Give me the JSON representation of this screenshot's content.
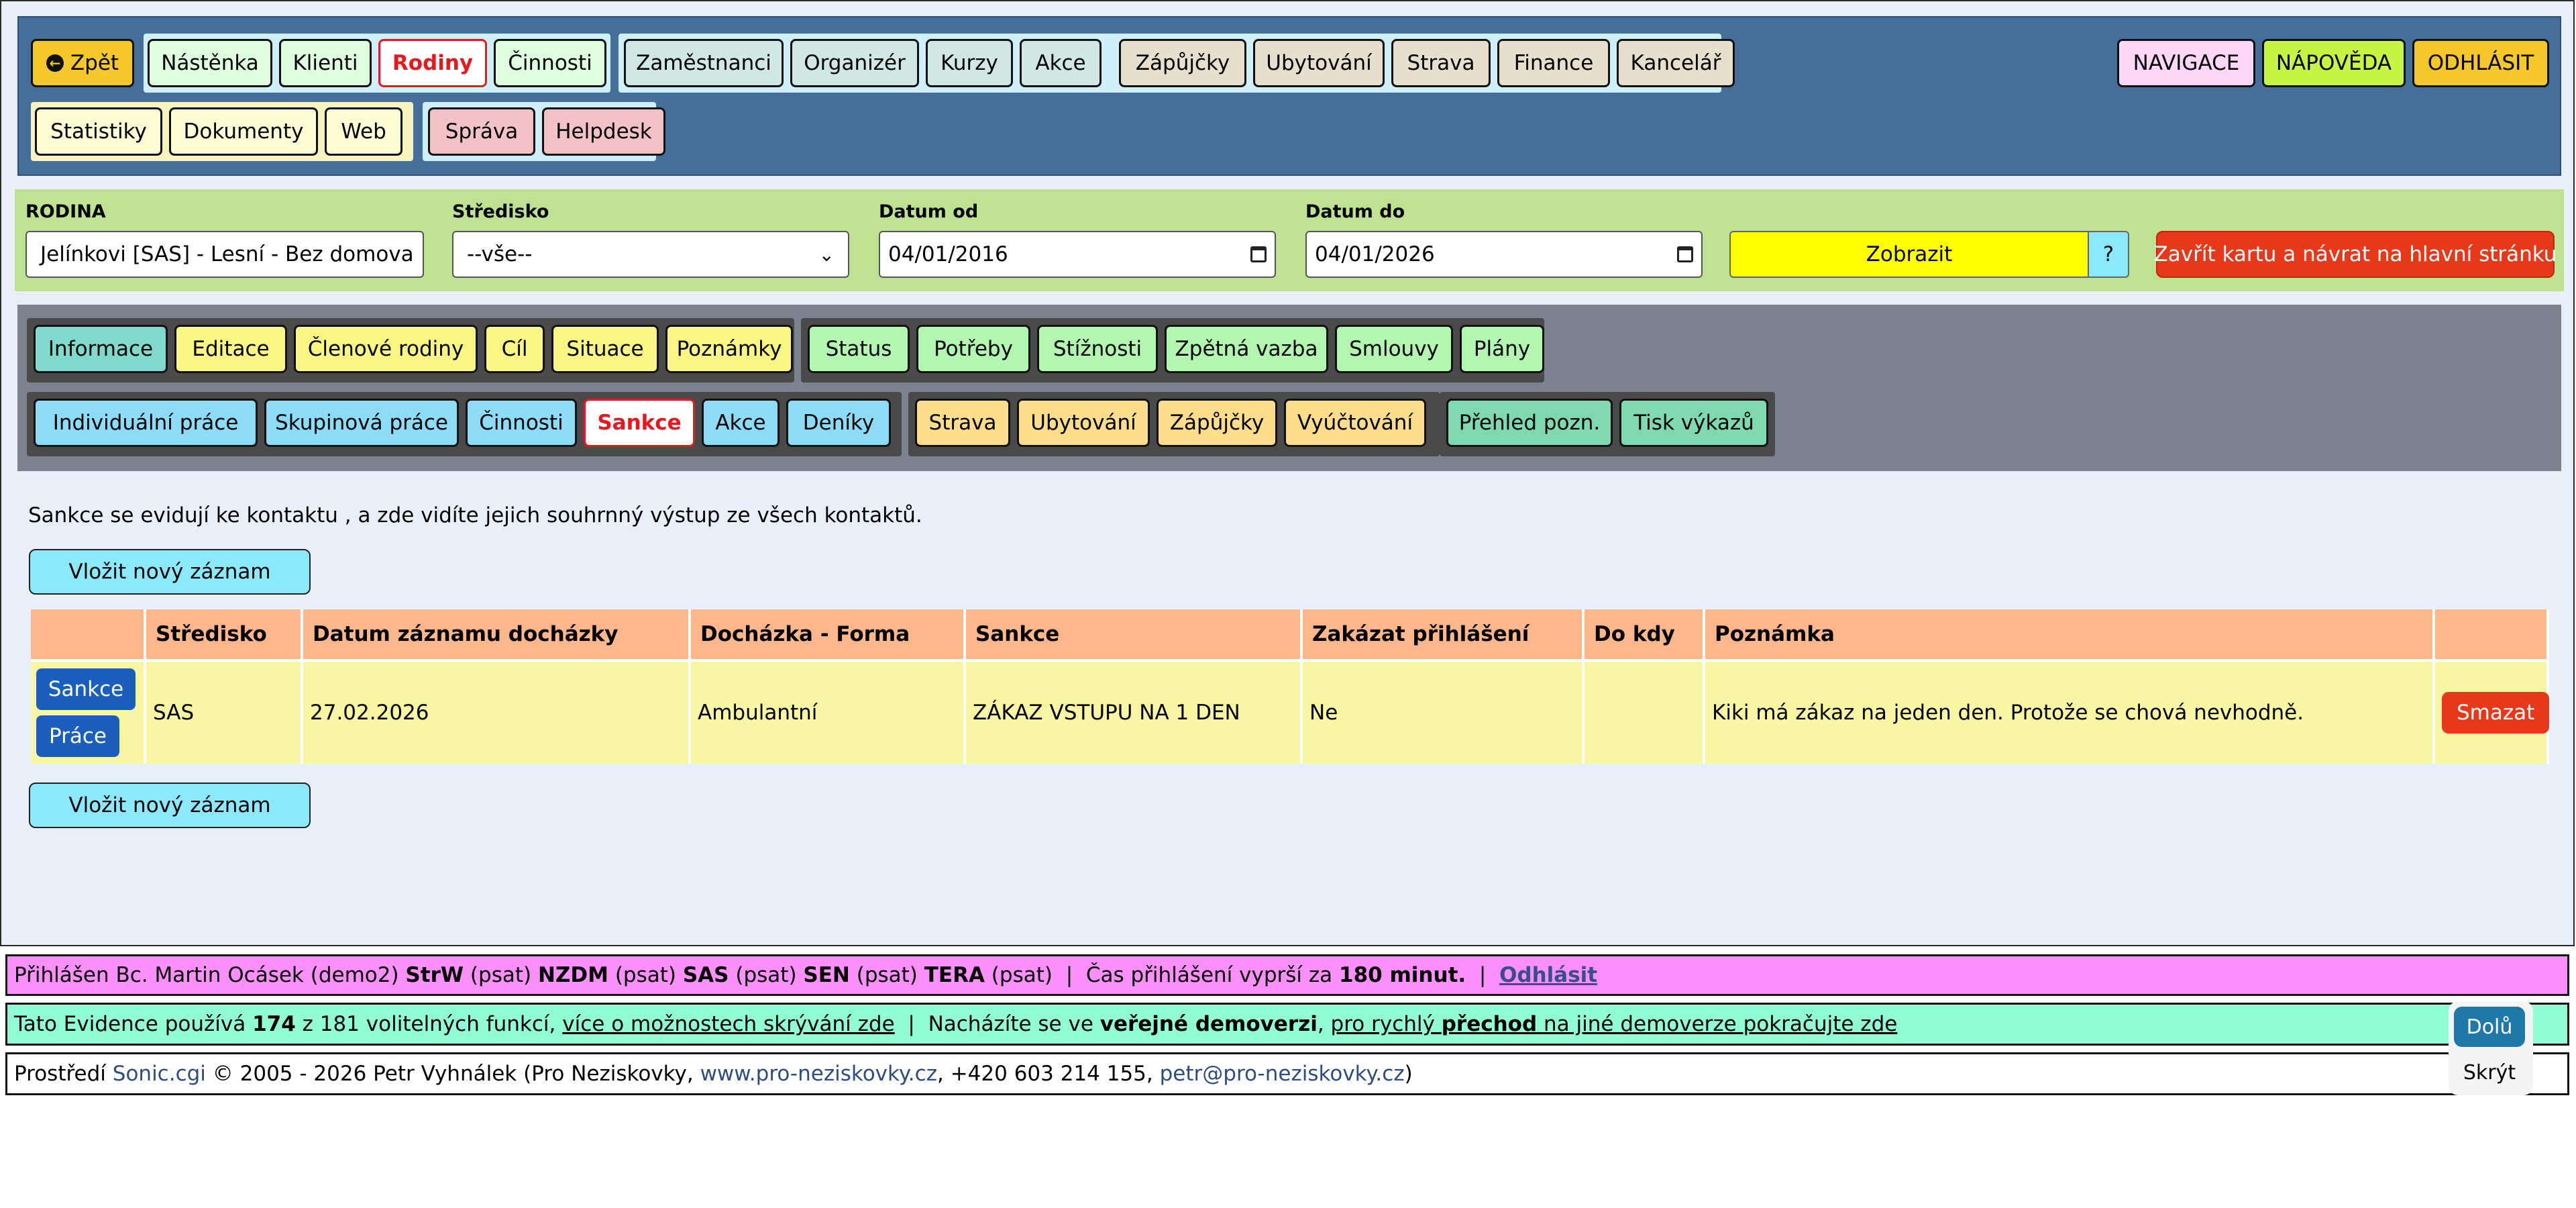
{
  "topnav": {
    "back_label": "Zpět",
    "row1_groups": [
      [
        "Nástěnka",
        "Klienti",
        "Rodiny",
        "Činnosti"
      ],
      [
        "Zaměstnanci",
        "Organizér",
        "Kurzy",
        "Akce"
      ],
      [
        "Zápůjčky",
        "Ubytování",
        "Strava",
        "Finance",
        "Kancelář"
      ]
    ],
    "row2_groups": [
      [
        "Statistiky",
        "Dokumenty",
        "Web"
      ],
      [
        "Správa",
        "Helpdesk"
      ]
    ],
    "right": [
      "NAVIGACE",
      "NÁPOVĚDA",
      "ODHLÁSIT"
    ],
    "active": "Rodiny"
  },
  "filter": {
    "rodina_label": "RODINA",
    "rodina_value": "Jelínkovi [SAS] - Lesní - Bez domova",
    "stredisko_label": "Středisko",
    "stredisko_value": "--vše--",
    "datum_od_label": "Datum od",
    "datum_od_value": "04/01/2016",
    "datum_do_label": "Datum do",
    "datum_do_value": "04/01/2026",
    "show_label": "Zobrazit",
    "help_label": "?",
    "close_label": "Zavřít kartu a návrat na hlavní stránku"
  },
  "subtabs": {
    "row1_groups": [
      [
        "Informace",
        "Editace",
        "Členové rodiny",
        "Cíl",
        "Situace",
        "Poznámky"
      ],
      [
        "Status",
        "Potřeby",
        "Stížnosti",
        "Zpětná vazba",
        "Smlouvy",
        "Plány"
      ]
    ],
    "row2_groups": [
      [
        "Individuální práce",
        "Skupinová práce",
        "Činnosti",
        "Sankce",
        "Akce",
        "Deníky"
      ],
      [
        "Strava",
        "Ubytování",
        "Zápůjčky",
        "Vyúčtování"
      ],
      [
        "Přehled pozn.",
        "Tisk výkazů"
      ]
    ],
    "active": "Sankce"
  },
  "content": {
    "note": "Sankce se evidují ke kontaktu , a zde vidíte jejich souhrnný výstup ze všech kontaktů.",
    "add_label": "Vložit nový záznam",
    "table": {
      "headers": [
        "",
        "Středisko",
        "Datum záznamu docházky",
        "Docházka - Forma",
        "Sankce",
        "Zakázat přihlášení",
        "Do kdy",
        "Poznámka",
        ""
      ],
      "rows": [
        {
          "btn1": "Sankce",
          "btn2": "Práce",
          "stredisko": "SAS",
          "datum": "27.02.2026",
          "forma": "Ambulantní",
          "sankce": "ZÁKAZ VSTUPU NA 1 DEN",
          "zakazat": "Ne",
          "do_kdy": "",
          "poznamka": "Kiki má zákaz na jeden den. Protože se chová nevhodně.",
          "delete": "Smazat"
        }
      ]
    }
  },
  "footer": {
    "login": {
      "prefix": "Přihlášen Bc. Martin Ocásek (demo2)",
      "roles": [
        {
          "code": "StrW",
          "note": "(psat)"
        },
        {
          "code": "NZDM",
          "note": "(psat)"
        },
        {
          "code": "SAS",
          "note": "(psat)"
        },
        {
          "code": "SEN",
          "note": "(psat)"
        },
        {
          "code": "TERA",
          "note": "(psat)"
        }
      ],
      "sep": "|",
      "timeout_prefix": "Čas přihlášení vyprší za",
      "timeout_value": "180 minut.",
      "logout": "Odhlásit"
    },
    "info": {
      "t1": "Tato Evidence používá",
      "count": "174",
      "t2": "z 181 volitelných funkcí,",
      "link1": "více o možnostech skrývání zde",
      "sep": "|",
      "t3": "Nacházíte se ve",
      "bold1": "veřejné demoverzi",
      "t4": ",",
      "link2a": "pro rychlý",
      "link2b": "přechod",
      "link2c": "na jiné demoverze pokračujte zde"
    },
    "credits": {
      "t1": "Prostředí",
      "sonic": "Sonic.cgi",
      "t2": "© 2005 - 2026 Petr Vyhnálek (Pro Neziskovky,",
      "web": "www.pro-neziskovky.cz",
      "t3": ", +420 603 214 155,",
      "email": "petr@pro-neziskovky.cz",
      "t4": ")"
    },
    "down_label": "Dolů",
    "hide_label": "Skrýt"
  },
  "colors": {
    "nav_bg": "#456f9b",
    "filter_bg": "#bde292",
    "subbar_bg": "#7c8290",
    "table_header": "#fdb78b",
    "table_row": "#f8f6a3",
    "active_text": "#e8191e",
    "login_bar": "#fb90fb",
    "info_bar": "#90fbd4"
  }
}
